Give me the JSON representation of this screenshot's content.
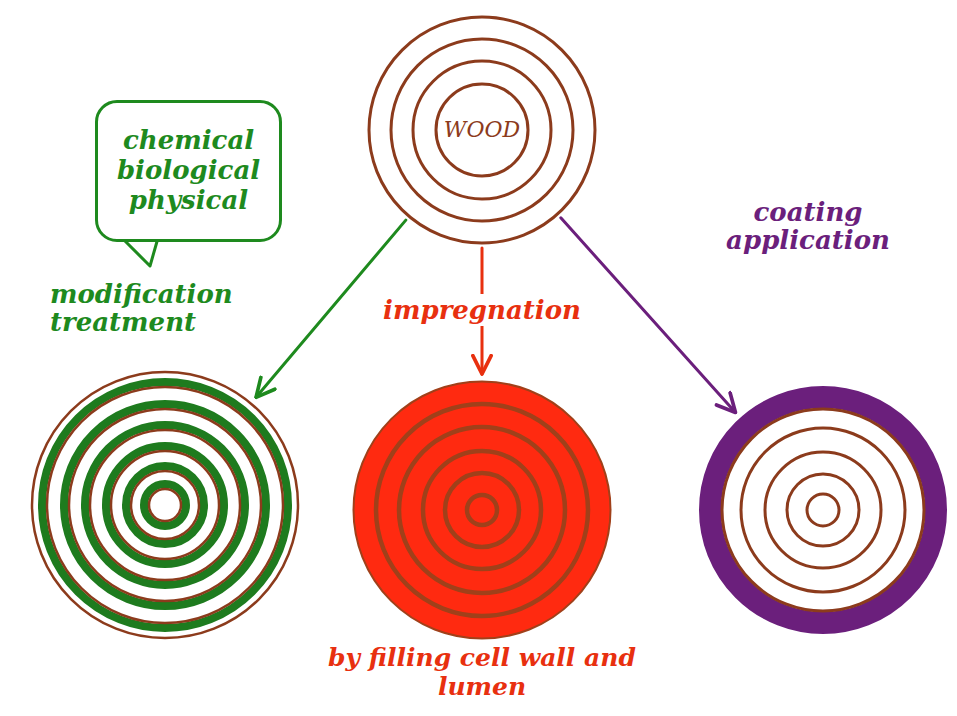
{
  "diagram": {
    "nodes": [
      {
        "text": [
          "WOOD"
        ]
      },
      {
        "text": [
          "chemical biological physical"
        ]
      },
      {
        "text": []
      },
      {
        "text": [
          "by filling cell wall and lumen"
        ]
      },
      {
        "text": []
      }
    ],
    "edges": [
      {
        "from": 0,
        "to": 2,
        "arrow": "to",
        "label": "modification treatment"
      },
      {
        "from": 0,
        "to": 3,
        "arrow": "to",
        "label": "impregnation"
      },
      {
        "from": 0,
        "to": 4,
        "arrow": "to",
        "label": "coating application"
      }
    ]
  }
}
